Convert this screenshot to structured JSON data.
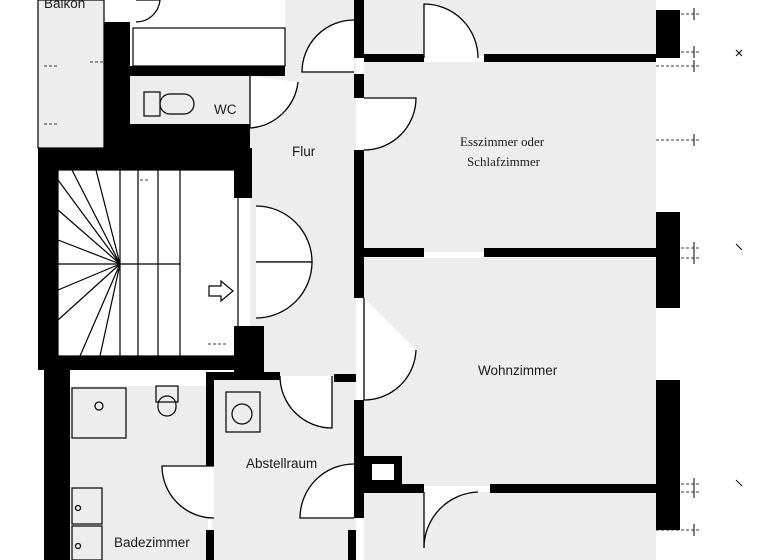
{
  "rooms": {
    "balkon": "Balkon",
    "wc": "WC",
    "flur": "Flur",
    "esszimmer_line1": "Esszimmer oder",
    "esszimmer_line2": "Schlafzimmer",
    "wohnzimmer": "Wohnzimmer",
    "abstellraum": "Abstellraum",
    "badezimmer": "Badezimmer"
  }
}
